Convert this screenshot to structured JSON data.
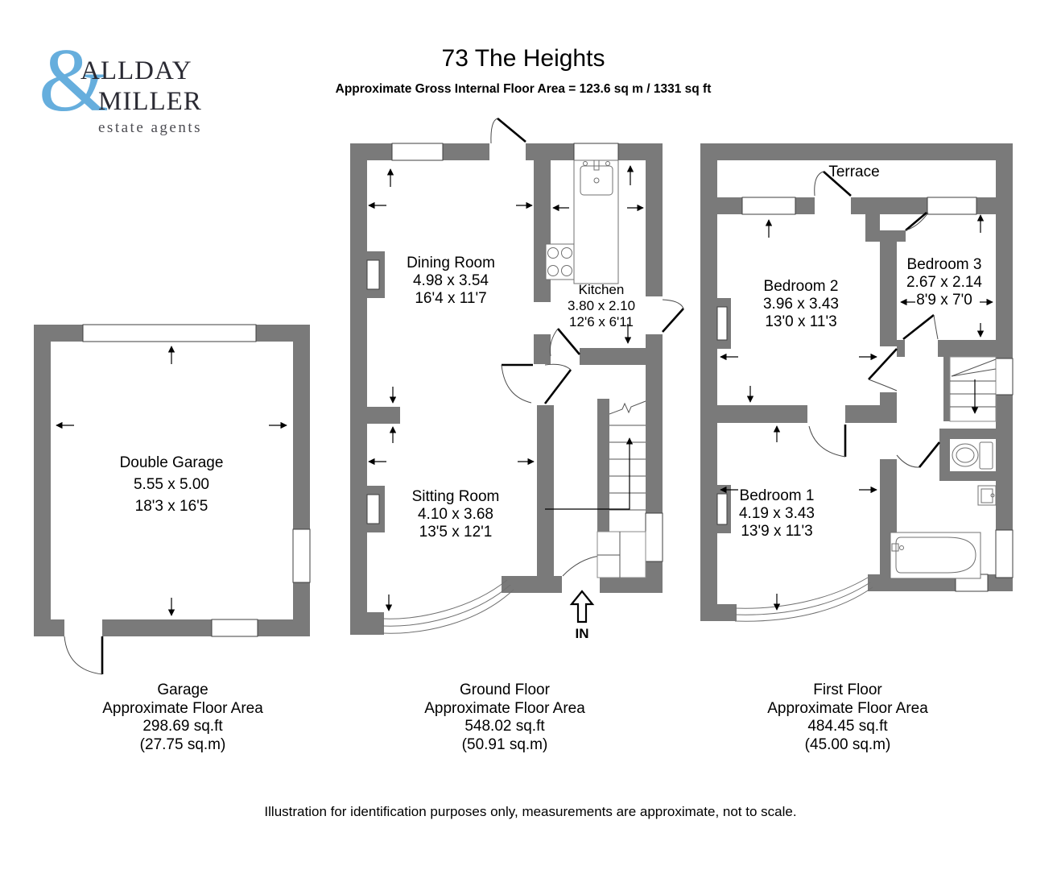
{
  "header": {
    "logo": {
      "ampersand": "&",
      "line1": "ALLDAY",
      "line2": "MILLER",
      "tagline": "estate agents",
      "blue": "#66aedd",
      "dark": "#2a2a33"
    },
    "title": "73 The Heights",
    "subtitle": "Approximate Gross Internal Floor Area  = 123.6 sq m  / 1331 sq ft"
  },
  "colors": {
    "wall": "#7a7a7a"
  },
  "plans": {
    "garage": {
      "rooms": [
        {
          "name": "Double Garage",
          "metric": "5.55 x 5.00",
          "imperial": "18'3 x 16'5"
        }
      ],
      "footer": {
        "line1": "Garage",
        "line2": "Approximate Floor Area",
        "line3": "298.69 sq.ft",
        "line4": "(27.75 sq.m)"
      }
    },
    "ground": {
      "rooms": [
        {
          "name": "Dining Room",
          "metric": "4.98 x 3.54",
          "imperial": "16'4 x 11'7"
        },
        {
          "name": "Kitchen",
          "metric": "3.80 x 2.10",
          "imperial": "12'6 x 6'11"
        },
        {
          "name": "Sitting Room",
          "metric": "4.10 x 3.68",
          "imperial": "13'5 x 12'1"
        }
      ],
      "entrance_label": "IN",
      "footer": {
        "line1": "Ground Floor",
        "line2": "Approximate Floor Area",
        "line3": "548.02 sq.ft",
        "line4": "(50.91 sq.m)"
      }
    },
    "first": {
      "terrace_label": "Terrace",
      "rooms": [
        {
          "name": "Bedroom 2",
          "metric": "3.96 x 3.43",
          "imperial": "13'0 x 11'3"
        },
        {
          "name": "Bedroom 3",
          "metric": "2.67 x 2.14",
          "imperial": "8'9 x 7'0"
        },
        {
          "name": "Bedroom 1",
          "metric": "4.19 x 3.43",
          "imperial": "13'9 x 11'3"
        }
      ],
      "footer": {
        "line1": "First Floor",
        "line2": "Approximate Floor Area",
        "line3": "484.45 sq.ft",
        "line4": "(45.00 sq.m)"
      }
    }
  },
  "disclaimer": "Illustration for identification purposes only, measurements are approximate, not to scale."
}
